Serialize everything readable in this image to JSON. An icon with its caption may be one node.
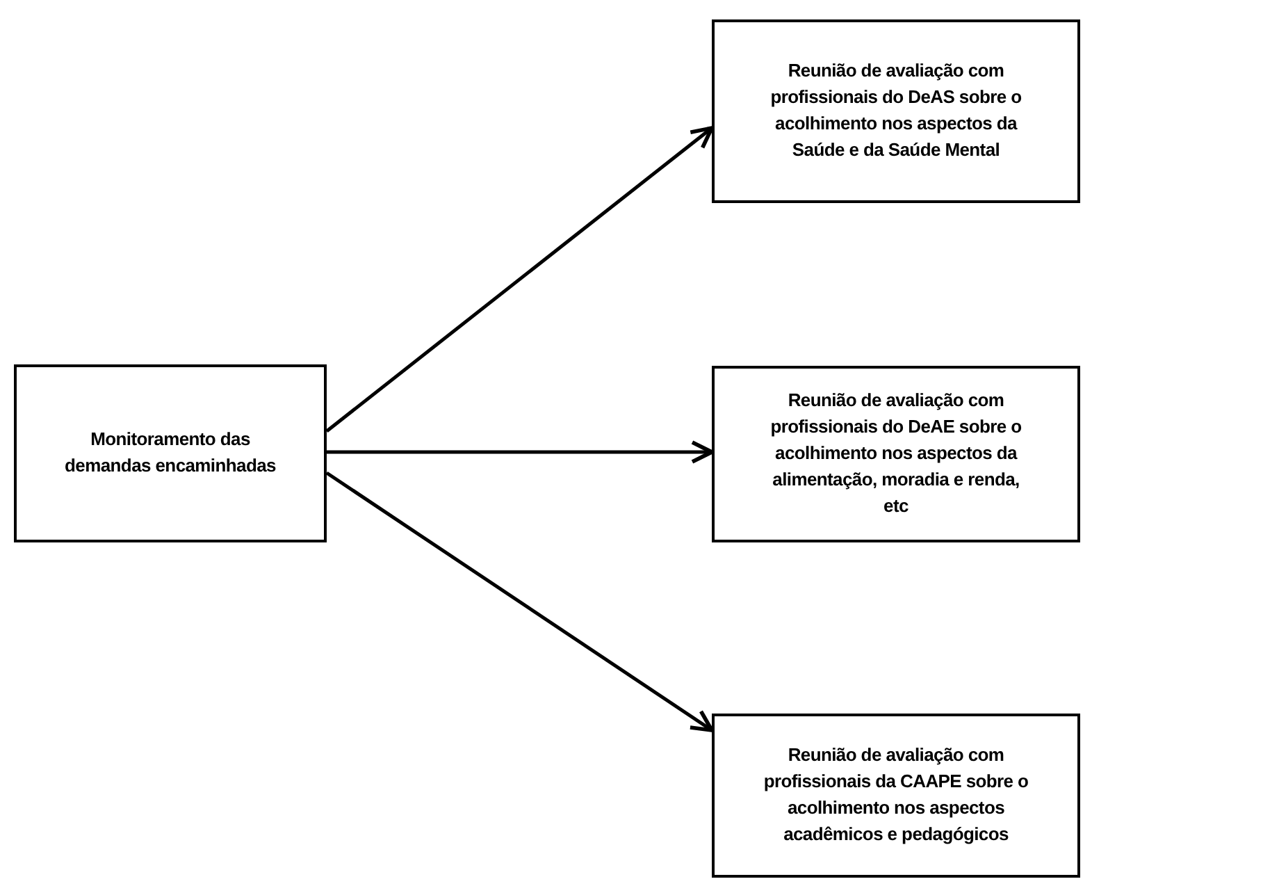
{
  "diagram": {
    "nodes": [
      {
        "text": [
          "Monitoramento das demandas encaminhadas"
        ]
      },
      {
        "text": [
          "Reunião de avaliação com profissionais do DeAS sobre o acolhimento nos aspectos da Saúde e da Saúde Mental"
        ]
      },
      {
        "text": [
          "Reunião de avaliação com profissionais do DeAE sobre o acolhimento nos aspectos da alimentação, moradia e renda, etc"
        ]
      },
      {
        "text": [
          "Reunião de avaliação com profissionais da CAAPE sobre o acolhimento nos aspectos acadêmicos e pedagógicos"
        ]
      }
    ],
    "edges": [
      {
        "from": 0,
        "to": 1,
        "arrow": "to"
      },
      {
        "from": 0,
        "to": 2,
        "arrow": "to"
      },
      {
        "from": 0,
        "to": 3,
        "arrow": "to"
      }
    ]
  }
}
